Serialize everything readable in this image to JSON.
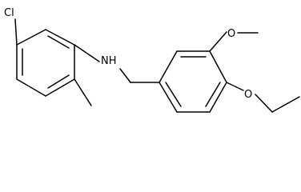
{
  "molecule": {
    "atom_labels": {
      "chlorine": "Cl",
      "amine": "NH",
      "methoxy_oxygen": "O",
      "ethoxy_oxygen": "O"
    }
  }
}
